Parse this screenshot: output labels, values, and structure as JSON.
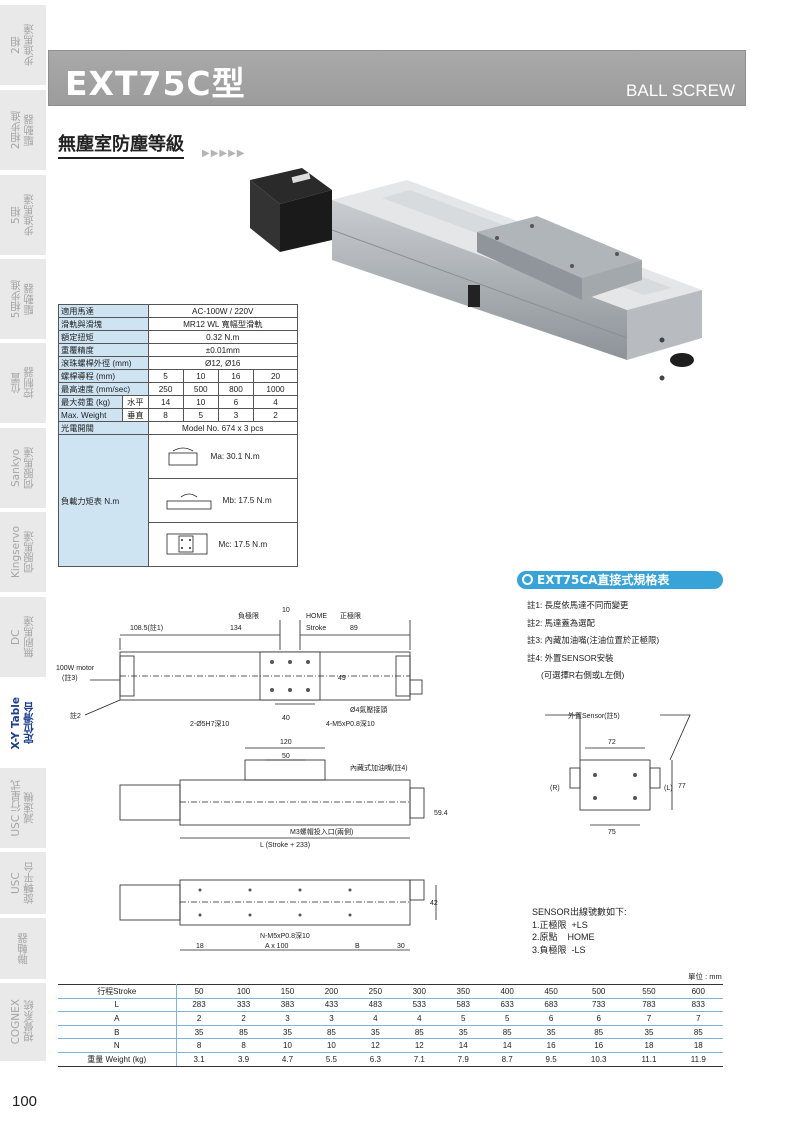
{
  "side_tabs": [
    {
      "label": "2相\n步進馬達",
      "active": false
    },
    {
      "label": "2相步進\n驅動器",
      "active": false
    },
    {
      "label": "5相\n步進馬達",
      "active": false
    },
    {
      "label": "5相步進\n驅動器",
      "active": false
    },
    {
      "label": "位置\n控制器",
      "active": false
    },
    {
      "label": "Sankyo\n伺服馬達",
      "active": false
    },
    {
      "label": "Kingservo\n伺服馬達",
      "active": false
    },
    {
      "label": "DC\n無刷馬達",
      "active": false
    },
    {
      "label": "X-Y Table\n定位滑台",
      "active": true
    },
    {
      "label": "USC 行星式\n減速機",
      "active": false
    },
    {
      "label": "USC\n旋轉平台",
      "active": false
    },
    {
      "label": "聯軸器",
      "active": false
    },
    {
      "label": "COGNEX\n視覺系統",
      "active": false
    }
  ],
  "header": {
    "title": "EXT75C型",
    "subtitle": "BALL SCREW"
  },
  "section_title": "無塵室防塵等級",
  "arrows": "▶▶▶▶▶",
  "spec": {
    "rows": [
      {
        "label": "適用馬達",
        "value": "AC-100W / 220V"
      },
      {
        "label": "滑軌與滑塊",
        "value": "MR12 WL 寬幅型滑軌"
      },
      {
        "label": "額定扭矩",
        "value": "0.32 N.m"
      },
      {
        "label": "重覆精度",
        "value": "±0.01mm"
      },
      {
        "label": "滾珠螺桿外徑 (mm)",
        "value": "Ø12, Ø16"
      }
    ],
    "lead": {
      "label": "螺桿導程 (mm)",
      "values": [
        "5",
        "10",
        "16",
        "20"
      ]
    },
    "speed": {
      "label": "最高速度 (mm/sec)",
      "values": [
        "250",
        "500",
        "800",
        "1000"
      ]
    },
    "weight_label1": "最大荷重 (kg)",
    "weight_label2": "Max. Weight",
    "horizontal": {
      "label": "水平",
      "values": [
        "14",
        "10",
        "6",
        "4"
      ]
    },
    "vertical": {
      "label": "垂直",
      "values": [
        "8",
        "5",
        "3",
        "2"
      ]
    },
    "sensor": {
      "label": "光電開關",
      "value": "Model No. 674 x 3 pcs"
    },
    "moment_label": "負載力矩表 N.m",
    "moments": [
      "Ma: 30.1 N.m",
      "Mb: 17.5 N.m",
      "Mc: 17.5 N.m"
    ]
  },
  "ca_title": "EXT75CA直接式規格表",
  "notes": [
    "註1: 長度依馬達不同而變更",
    "註2: 馬達蓋為選配",
    "註3: 內藏加油嘴(注油位置於正極限)",
    "註4: 外置SENSOR安裝",
    "(可選擇R右側或L左側)"
  ],
  "drawing": {
    "neg_limit": "負極限",
    "home": "HOME",
    "pos_limit": "正極限",
    "d10": "10",
    "stroke": "Stroke",
    "d89": "89",
    "d108": "108.5(註1)",
    "d134": "134",
    "motor": "100W motor",
    "note3": "(註3)",
    "note2": "註2",
    "d49": "49",
    "hole4": "Ø4氣壓接頭",
    "holes_2": "2-Ø5H7深10",
    "d40": "40",
    "holes_4": "4-M5xP0.8深10",
    "d120": "120",
    "d50": "50",
    "oiler": "內藏式加油嘴(註4)",
    "d59": "59.4",
    "m3": "M3螺帽投入口(兩側)",
    "length": "L (Stroke + 233)",
    "d42": "42",
    "n_holes": "N-M5xP0.8深10",
    "a100": "A x 100",
    "d18": "18",
    "b": "B",
    "d30": "30",
    "ext_sensor": "外置Sensor(註5)",
    "d72": "72",
    "r": "(R)",
    "l": "(L)",
    "d77": "77",
    "d75": "75"
  },
  "sensor_list": [
    "SENSOR出線號數如下:",
    "1.正極限  +LS",
    "2.原點    HOME",
    "3.負極限  -LS"
  ],
  "unit": "單位 : mm",
  "dims": {
    "rows": [
      {
        "label": "行程Stroke",
        "values": [
          "50",
          "100",
          "150",
          "200",
          "250",
          "300",
          "350",
          "400",
          "450",
          "500",
          "550",
          "600"
        ]
      },
      {
        "label": "L",
        "values": [
          "283",
          "333",
          "383",
          "433",
          "483",
          "533",
          "583",
          "633",
          "683",
          "733",
          "783",
          "833"
        ]
      },
      {
        "label": "A",
        "values": [
          "2",
          "2",
          "3",
          "3",
          "4",
          "4",
          "5",
          "5",
          "6",
          "6",
          "7",
          "7"
        ]
      },
      {
        "label": "B",
        "values": [
          "35",
          "85",
          "35",
          "85",
          "35",
          "85",
          "35",
          "85",
          "35",
          "85",
          "35",
          "85"
        ]
      },
      {
        "label": "N",
        "values": [
          "8",
          "8",
          "10",
          "10",
          "12",
          "12",
          "14",
          "14",
          "16",
          "16",
          "18",
          "18"
        ]
      },
      {
        "label": "重量 Weight (kg)",
        "values": [
          "3.1",
          "3.9",
          "4.7",
          "5.5",
          "6.3",
          "7.1",
          "7.9",
          "8.7",
          "9.5",
          "10.3",
          "11.1",
          "11.9"
        ]
      }
    ]
  },
  "page_number": "100"
}
